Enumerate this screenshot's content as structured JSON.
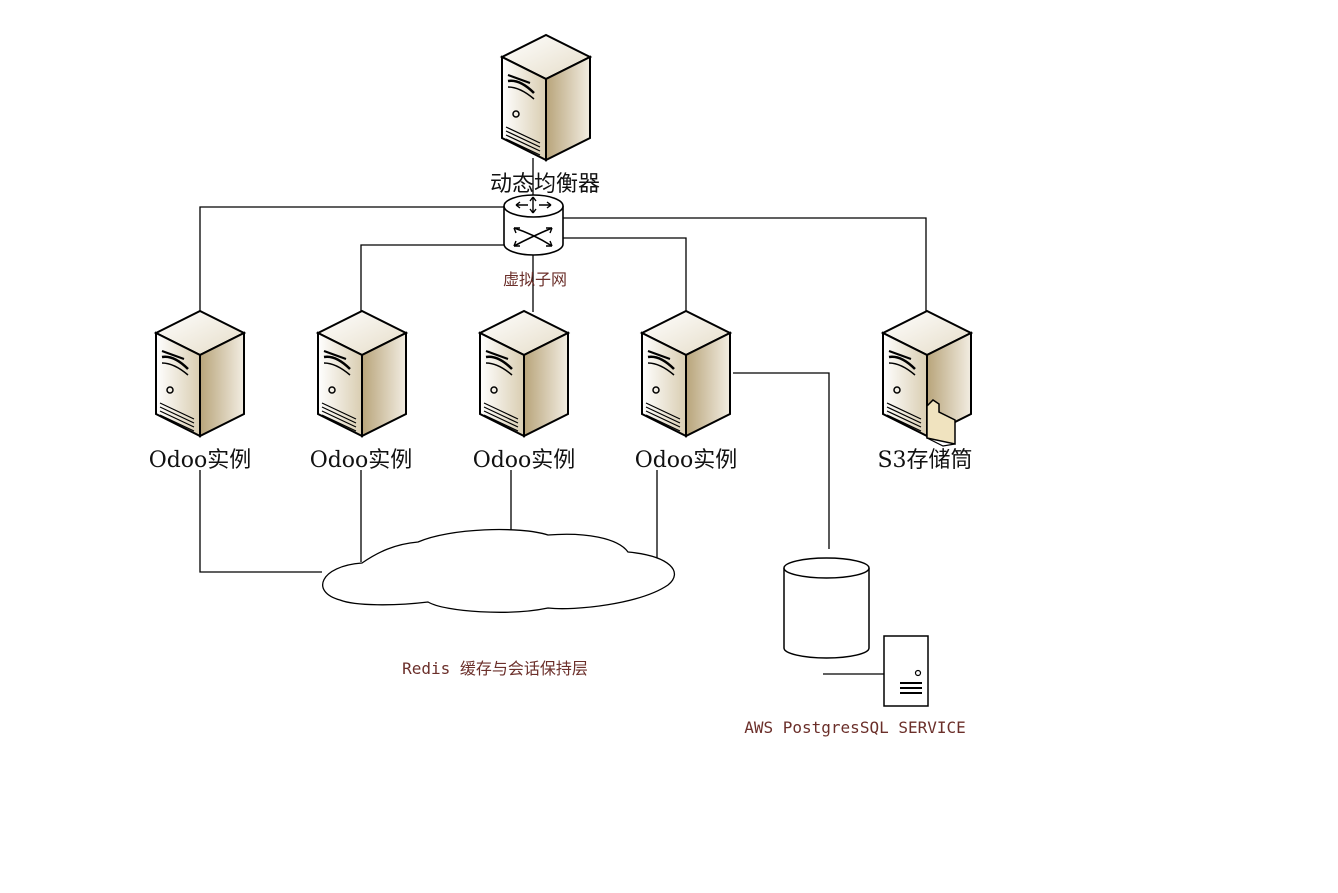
{
  "nodes": {
    "load_balancer": {
      "label": "动态均衡器"
    },
    "router": {
      "label": "虚拟子网"
    },
    "instances": [
      {
        "label": "Odoo实例"
      },
      {
        "label": "Odoo实例"
      },
      {
        "label": "Odoo实例"
      },
      {
        "label": "Odoo实例"
      }
    ],
    "storage": {
      "label": "S3存储筒"
    },
    "cache": {
      "label": "Redis 缓存与会话保持层"
    },
    "database": {
      "label": "AWS PostgresSQL SERVICE"
    }
  },
  "colors": {
    "server_front": "#f3efe6",
    "server_side": "#c9b78f",
    "server_top": "#e9e1cf",
    "label_accent": "#6b2f2a",
    "line": "#000000"
  }
}
